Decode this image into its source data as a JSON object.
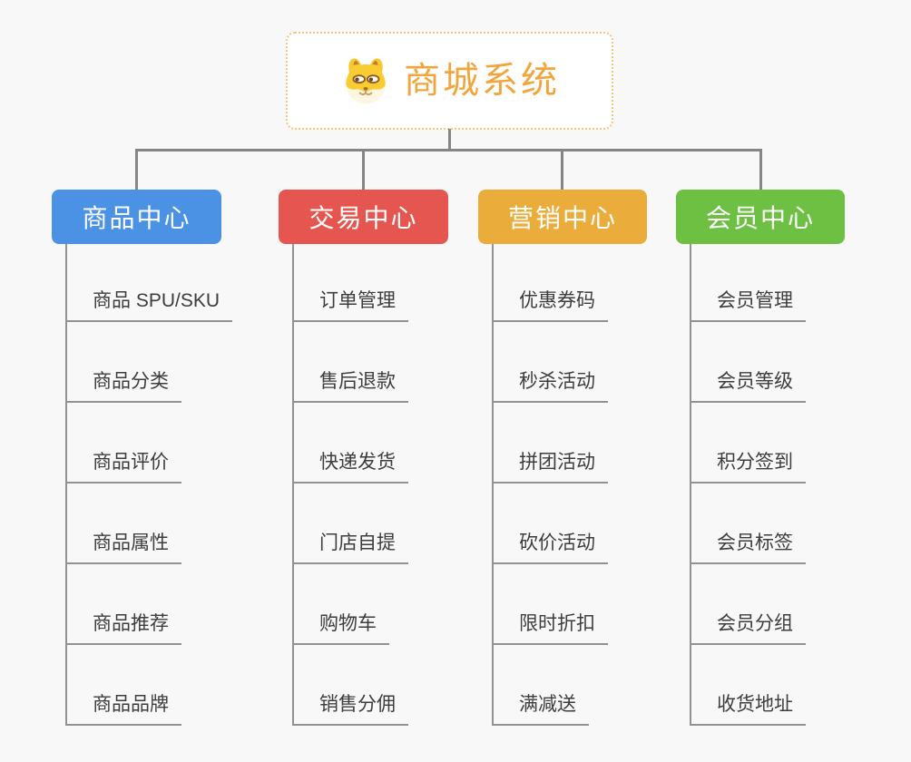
{
  "root": {
    "title": "商城系统",
    "icon": "dog-icon"
  },
  "branches": [
    {
      "label": "商品中心",
      "color": "#4b92e5",
      "items": [
        "商品 SPU/SKU",
        "商品分类",
        "商品评价",
        "商品属性",
        "商品推荐",
        "商品品牌"
      ]
    },
    {
      "label": "交易中心",
      "color": "#e4564f",
      "items": [
        "订单管理",
        "售后退款",
        "快递发货",
        "门店自提",
        "购物车",
        "销售分佣"
      ]
    },
    {
      "label": "营销中心",
      "color": "#eaad3b",
      "items": [
        "优惠券码",
        "秒杀活动",
        "拼团活动",
        "砍价活动",
        "限时折扣",
        "满减送"
      ]
    },
    {
      "label": "会员中心",
      "color": "#6ec043",
      "items": [
        "会员管理",
        "会员等级",
        "积分签到",
        "会员标签",
        "会员分组",
        "收货地址"
      ]
    }
  ],
  "theme": {
    "background": "#f8f8f8",
    "root-accent": "#f0a63c",
    "root-border": "#f6c37c",
    "connector": "#858585",
    "line": "#929292",
    "item-text": "#3d3d3d"
  }
}
